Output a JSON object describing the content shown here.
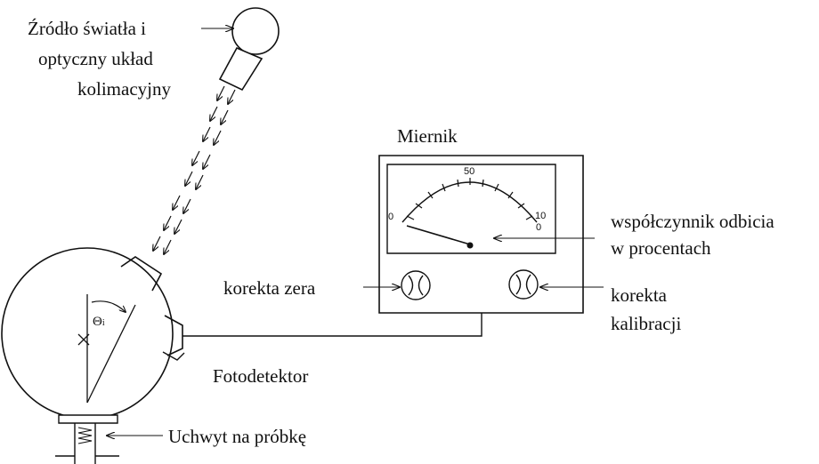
{
  "labels": {
    "light_source": [
      "Źródło światła i",
      "optyczny układ",
      "kolimacyjny"
    ],
    "meter": "Miernik",
    "reflectance": [
      "współczynnik odbicia",
      "w procentach"
    ],
    "zero_correction": "korekta zera",
    "calibration_correction": [
      "korekta",
      "kalibracji"
    ],
    "photodetector": "Fotodetektor",
    "sample_holder": "Uchwyt na próbkę",
    "angle_symbol": "Θ",
    "angle_subscript": "i"
  },
  "gauge": {
    "scale_labels": {
      "min": "0",
      "mid": "50",
      "max": "10",
      "max_sub": "0"
    },
    "needle_value_percent": 0
  }
}
